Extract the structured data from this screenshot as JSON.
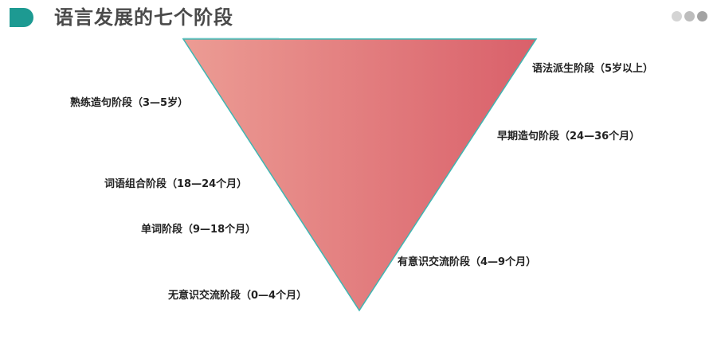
{
  "header": {
    "title": "语言发展的七个阶段",
    "marker_color": "#1d9a92",
    "dots": [
      {
        "color": "#d4d4d4"
      },
      {
        "color": "#bdbdbd"
      },
      {
        "color": "#a3a3a3"
      }
    ]
  },
  "diagram": {
    "shape": "inverted-triangle",
    "gradient": {
      "left": "#ec9c94",
      "right": "#d9606a"
    },
    "border_color": "#3fb6b2",
    "stages": [
      {
        "order": 1,
        "label": "无意识交流阶段（0—4个月）",
        "side": "left"
      },
      {
        "order": 2,
        "label": "有意识交流阶段（4—9个月）",
        "side": "right"
      },
      {
        "order": 3,
        "label": "单词阶段（9—18个月）",
        "side": "left"
      },
      {
        "order": 4,
        "label": "词语组合阶段（18—24个月）",
        "side": "left"
      },
      {
        "order": 5,
        "label": "早期造句阶段（24—36个月）",
        "side": "right"
      },
      {
        "order": 6,
        "label": "熟练造句阶段（3—5岁）",
        "side": "left"
      },
      {
        "order": 7,
        "label": "语法派生阶段（5岁以上）",
        "side": "right"
      }
    ]
  }
}
